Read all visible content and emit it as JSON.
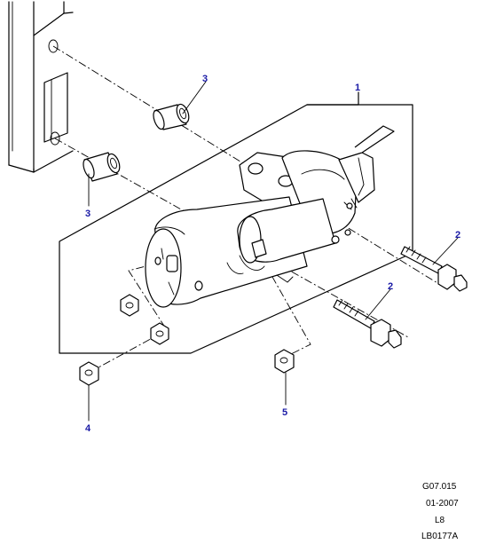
{
  "callouts": {
    "starter_motor": "1",
    "bolt_upper": "2",
    "bolt_lower": "2",
    "dowel_upper": "3",
    "dowel_lower": "3",
    "nut": "4",
    "nut_lower": "5"
  },
  "callout_color": "#1a1aa6",
  "footer": {
    "ref": "G07.015",
    "date": "01-2007",
    "code": "L8",
    "illustration": "LB0177A"
  }
}
